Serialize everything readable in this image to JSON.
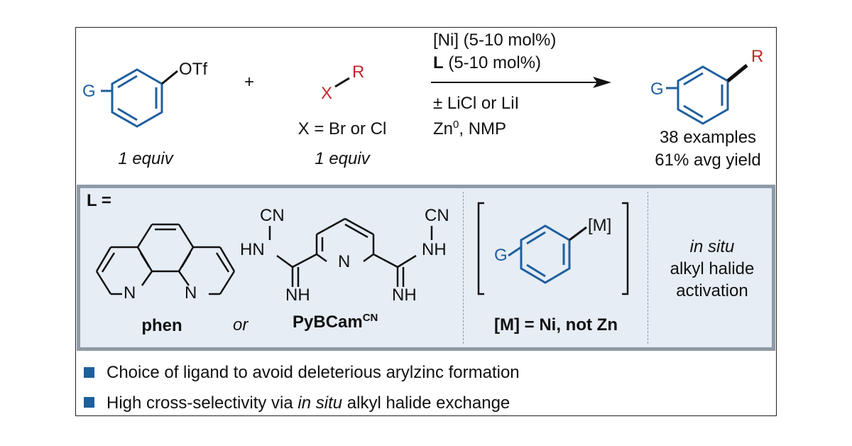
{
  "reaction": {
    "aryl_triflate": {
      "substituent": "G",
      "leaving_group": "OTf",
      "equiv": "1 equiv"
    },
    "plus": "+",
    "alkyl_halide": {
      "x": "X",
      "r": "R",
      "x_definition": "X = Br or Cl",
      "equiv": "1 equiv"
    },
    "conditions_above": {
      "catalyst": "[Ni] (5-10 mol%)",
      "ligand_label": "L",
      "ligand_loading": " (5-10 mol%)"
    },
    "conditions_below": {
      "additive": "± LiCl or LiI",
      "reductant": "Zn",
      "reductant_sup": "0",
      "solvent": ", NMP"
    },
    "product": {
      "substituent": "G",
      "r": "R",
      "examples": "38 examples",
      "yield": "61% avg yield"
    }
  },
  "ligand_panel": {
    "label": "L =",
    "phen": {
      "n1": "N",
      "n2": "N",
      "name": "phen"
    },
    "or": "or",
    "pybcam": {
      "cn_left": "CN",
      "hn_left": "HN",
      "n_py": "N",
      "nh_left": "NH",
      "cn_right": "CN",
      "nh_right_top": "NH",
      "nh_right": "NH",
      "name": "PyBCam",
      "name_sup": "CN"
    },
    "intermediate": {
      "substituent": "G",
      "metal": "[M]",
      "caption": "[M] = Ni, not Zn"
    },
    "activation": {
      "line1": "in situ",
      "line2": "alkyl halide",
      "line3": "activation"
    }
  },
  "bullets": [
    {
      "text": "Choice of ligand to avoid deleterious arylzinc formation"
    },
    {
      "pre": "High cross-selectivity via ",
      "ital": "in situ",
      "post": " alkyl halide exchange"
    }
  ],
  "colors": {
    "accent_blue": "#1f5f9e",
    "accent_red": "#c0282c",
    "panel_bg": "#e6edf5",
    "panel_border": "#8e9aa6"
  }
}
